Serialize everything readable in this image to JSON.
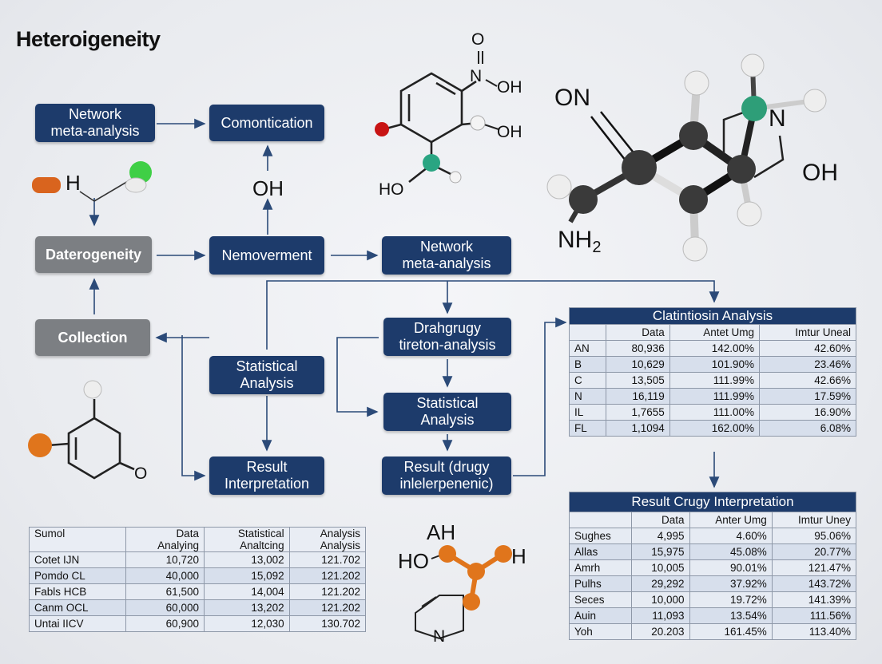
{
  "title": "Heteroigeneity",
  "colors": {
    "navy": "#1d3b6b",
    "gray": "#7c7f83",
    "arrow": "#2b4a78"
  },
  "boxes": {
    "network_meta_1": [
      "Network",
      "meta-analysis"
    ],
    "comontication": "Comontication",
    "daterogeneity": "Daterogeneity",
    "nemoverment": "Nemoverment",
    "network_meta_2": [
      "Network",
      "meta-analysis"
    ],
    "collection": "Collection",
    "statistical_1": [
      "Statistical",
      "Analysis"
    ],
    "drahgrugy": [
      "Drahgrugy",
      "tireton-analysis"
    ],
    "statistical_2": [
      "Statistical",
      "Analysis"
    ],
    "result_interp": [
      "Result",
      "Interpretation"
    ],
    "result_drugy": [
      "Result (drugy",
      "inlelerpenenic)"
    ]
  },
  "chem_labels": {
    "oh_mid": "OH",
    "o_top": "O",
    "n_oh": "N",
    "oh_1": "OH",
    "oh_2": "OH",
    "ho_1": "HO",
    "h_1": "H",
    "on": "ON",
    "n_big": "N",
    "oh_big": "OH",
    "nh2": "NH",
    "nh2_sub": "2",
    "o_ring": "O",
    "ah": "AH",
    "ho_2": "HO",
    "h_2": "H",
    "n_ring": "N"
  },
  "table_right_top": {
    "title": "Clatintiosin Analysis",
    "headers": [
      "",
      "Data",
      "Antet Umg",
      "Imtur Uneal"
    ],
    "rows": [
      [
        "AN",
        "80,936",
        "142.00%",
        "42.60%"
      ],
      [
        "B",
        "10,629",
        "101.90%",
        "23.46%"
      ],
      [
        "C",
        "13,505",
        "111.99%",
        "42.66%"
      ],
      [
        "N",
        "16,119",
        "111.99%",
        "17.59%"
      ],
      [
        "IL",
        "1,7655",
        "111.00%",
        "16.90%"
      ],
      [
        "FL",
        "1,1094",
        "162.00%",
        "6.08%"
      ]
    ]
  },
  "table_right_bottom": {
    "title": "Result Crugy Interpretation",
    "headers": [
      "",
      "Data",
      "Anter Umg",
      "Imtur Uney"
    ],
    "rows": [
      [
        "Sughes",
        "4,995",
        "4.60%",
        "95.06%"
      ],
      [
        "Allas",
        "15,975",
        "45.08%",
        "20.77%"
      ],
      [
        "Amrh",
        "10,005",
        "90.01%",
        "121.47%"
      ],
      [
        "Pulhs",
        "29,292",
        "37.92%",
        "143.72%"
      ],
      [
        "Seces",
        "10,000",
        "19.72%",
        "141.39%"
      ],
      [
        "Auin",
        "11,093",
        "13.54%",
        "111.56%"
      ],
      [
        "Yoh",
        "20.203",
        "161.45%",
        "113.40%"
      ]
    ]
  },
  "table_left_bottom": {
    "headers": [
      [
        "Sumol",
        ""
      ],
      [
        "Data",
        "Analying"
      ],
      [
        "Statistical",
        "Analtcing"
      ],
      [
        "Analysis",
        "Analysis"
      ]
    ],
    "rows": [
      [
        "Cotet IJN",
        "10,720",
        "13,002",
        "121.702"
      ],
      [
        "Pomdo CL",
        "40,000",
        "15,092",
        "121.202"
      ],
      [
        "Fabls HCB",
        "61,500",
        "14,004",
        "121.202"
      ],
      [
        "Canm OCL",
        "60,000",
        "13,202",
        "121.202"
      ],
      [
        "Untai IICV",
        "60,900",
        "12,030",
        "130.702"
      ]
    ]
  }
}
